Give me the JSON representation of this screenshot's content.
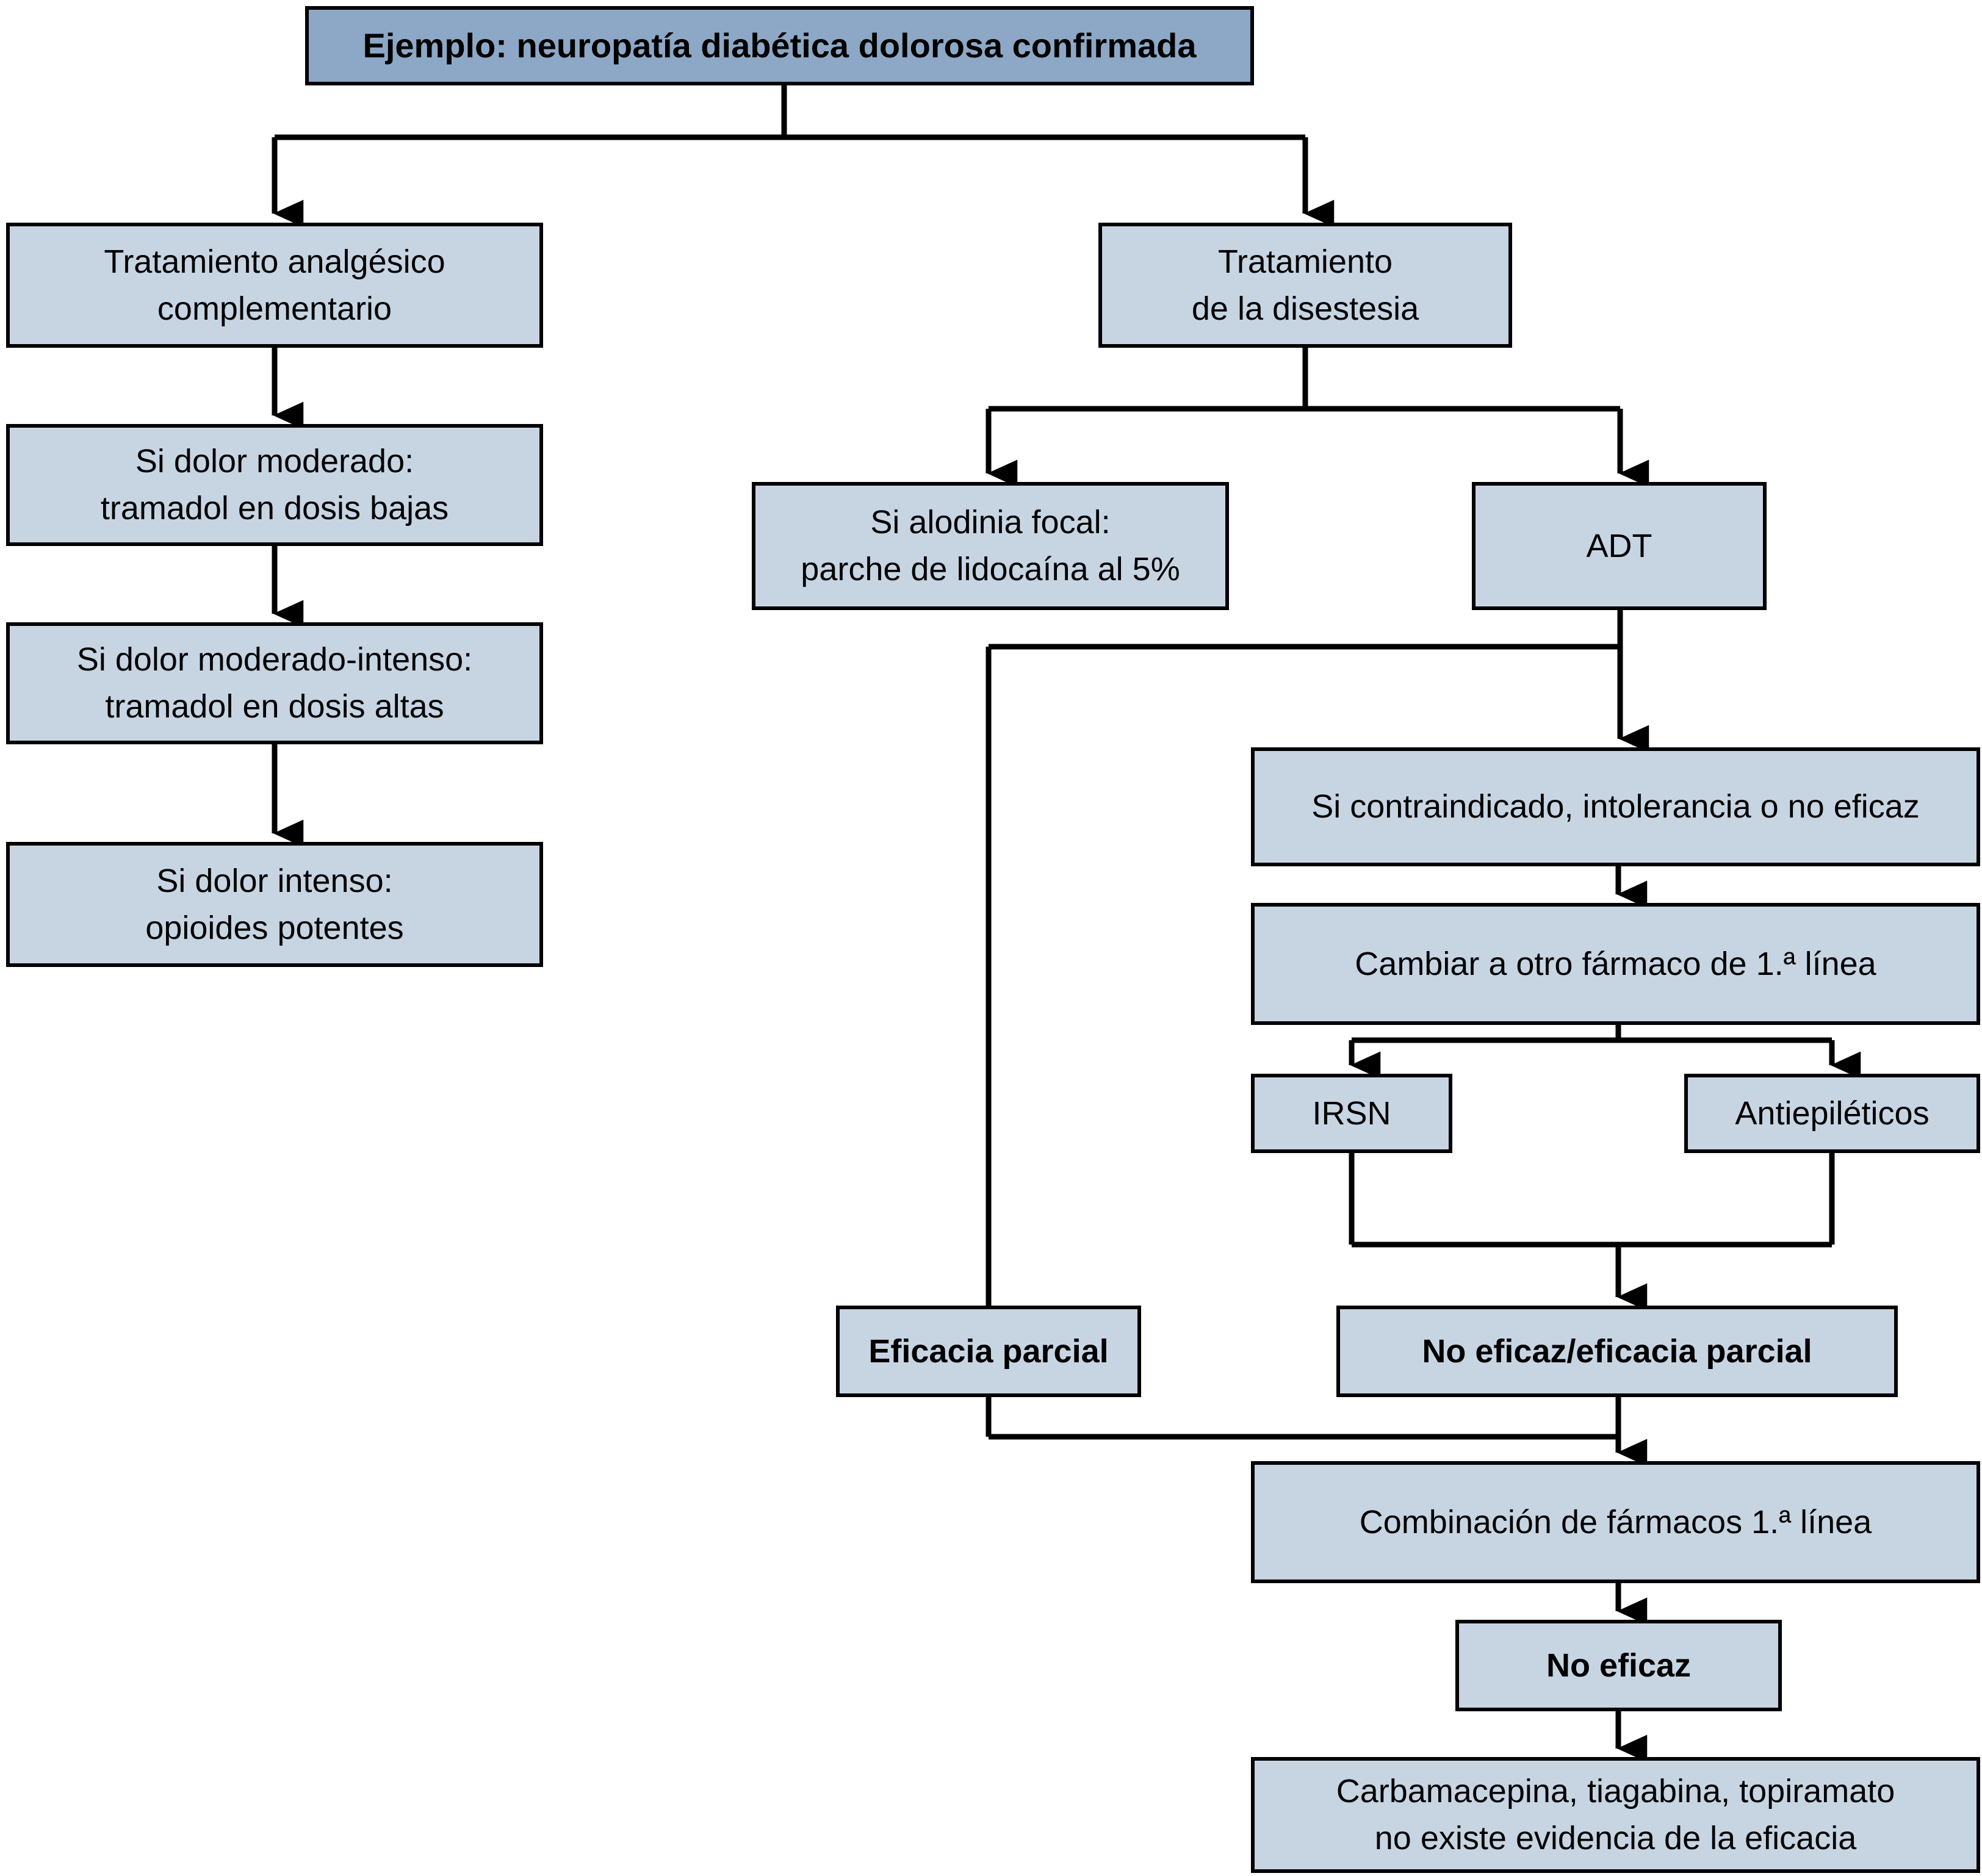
{
  "colors": {
    "background": "#ffffff",
    "box_fill": "#c7d5e3",
    "title_box_fill": "#8da8c6",
    "line_color": "#000000",
    "text_color": "#000000"
  },
  "flowchart": {
    "title": "Ejemplo: neuropatía diabética dolorosa confirmada",
    "nodes": {
      "analgesico": "Tratamiento analgésico\ncomplementario",
      "dolor_moderado": "Si dolor moderado:\ntramadol en dosis bajas",
      "dolor_moderado_intenso": "Si dolor moderado-intenso:\ntramadol en dosis altas",
      "dolor_intenso": "Si dolor intenso:\nopioides potentes",
      "disestesia": "Tratamiento\nde la disestesia",
      "alodinia": "Si alodinia focal:\nparche de lidocaína al 5%",
      "adt": "ADT",
      "contraindicado": "Si contraindicado, intolerancia o no eficaz",
      "cambiar": "Cambiar a otro fármaco de 1.ª línea",
      "irsn": "IRSN",
      "antiepileticos": "Antiepiléticos",
      "eficacia_parcial": "Eficacia parcial",
      "no_eficaz_eficacia_parcial": "No eficaz/eficacia parcial",
      "combinacion": "Combinación de fármacos 1.ª línea",
      "no_eficaz": "No eficaz",
      "carbamacepina": "Carbamacepina, tiagabina, topiramato\nno existe evidencia de la eficacia"
    },
    "edges": [
      {
        "from": "title",
        "to": "analgesico"
      },
      {
        "from": "title",
        "to": "disestesia"
      },
      {
        "from": "analgesico",
        "to": "dolor_moderado"
      },
      {
        "from": "dolor_moderado",
        "to": "dolor_moderado_intenso"
      },
      {
        "from": "dolor_moderado_intenso",
        "to": "dolor_intenso"
      },
      {
        "from": "disestesia",
        "to": "alodinia"
      },
      {
        "from": "disestesia",
        "to": "adt"
      },
      {
        "from": "adt",
        "to": "contraindicado"
      },
      {
        "from": "adt",
        "to": "eficacia_parcial"
      },
      {
        "from": "contraindicado",
        "to": "cambiar"
      },
      {
        "from": "cambiar",
        "to": "irsn"
      },
      {
        "from": "cambiar",
        "to": "antiepileticos"
      },
      {
        "from": "irsn",
        "to": "no_eficaz_eficacia_parcial"
      },
      {
        "from": "antiepileticos",
        "to": "no_eficaz_eficacia_parcial"
      },
      {
        "from": "eficacia_parcial",
        "to": "combinacion"
      },
      {
        "from": "no_eficaz_eficacia_parcial",
        "to": "combinacion"
      },
      {
        "from": "combinacion",
        "to": "no_eficaz"
      },
      {
        "from": "no_eficaz",
        "to": "carbamacepina"
      }
    ]
  }
}
